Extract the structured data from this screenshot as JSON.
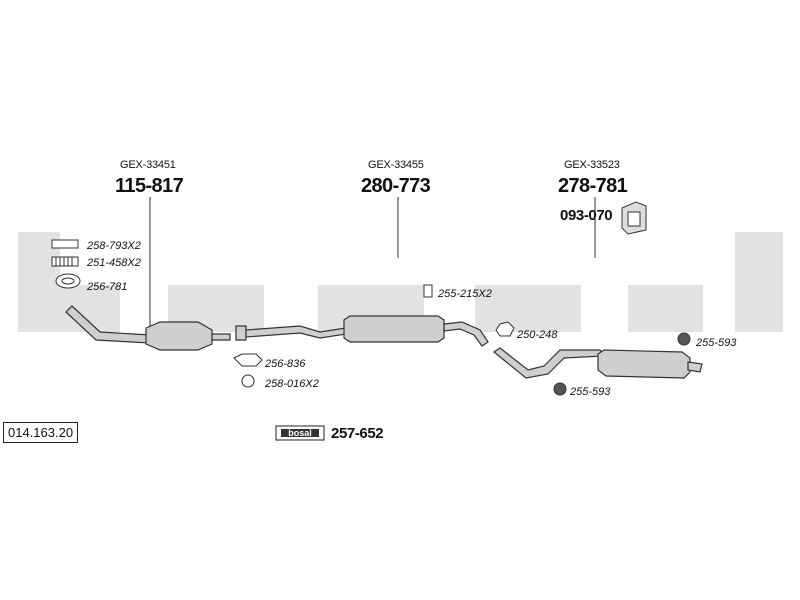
{
  "groups": [
    {
      "gex": "GEX-33451",
      "main": "115-817"
    },
    {
      "gex": "GEX-33455",
      "main": "280-773"
    },
    {
      "gex": "GEX-33523",
      "main": "278-781"
    }
  ],
  "bracket_part": "093-070",
  "parts": {
    "p1": "258-793X2",
    "p2": "251-458X2",
    "p3": "256-781",
    "p4": "256-836",
    "p5": "258-016X2",
    "p6": "255-215X2",
    "p7": "250-248",
    "p8": "255-593",
    "p9": "255-593"
  },
  "kit": {
    "brand": "bosal",
    "number": "257-652"
  },
  "reference": "014.163.20",
  "watermark": "bosal",
  "colors": {
    "watermark": "#e2e2e2",
    "line": "#333333",
    "part_fill": "#cfcfcf"
  }
}
